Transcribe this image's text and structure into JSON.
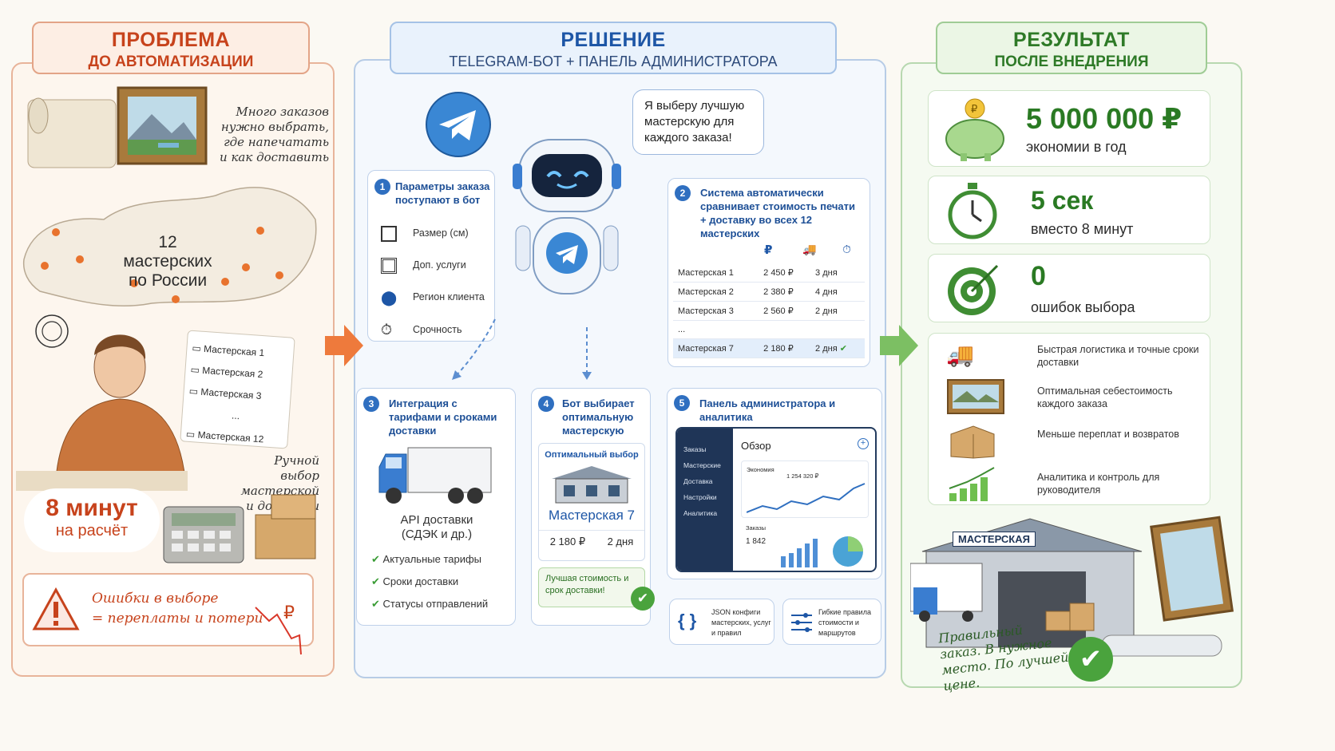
{
  "problem": {
    "title": "ПРОБЛЕМА",
    "subtitle": "ДО АВТОМАТИЗАЦИИ",
    "note_orders": "Много заказов нужно выбрать, где напечатать и как доставить",
    "workshops_count": "12 мастерских",
    "workshops_region": "по России",
    "workshop_list": [
      "Мастерская 1",
      "Мастерская 2",
      "Мастерская 3",
      "...",
      "Мастерская 12"
    ],
    "manual_note": "Ручной выбор мастерской и доставки",
    "time_value": "8 минут",
    "time_label": "на расчёт",
    "errors_line1": "Ошибки в выборе",
    "errors_line2": "= переплаты и потери",
    "ruble_sign": "₽"
  },
  "solution": {
    "title": "РЕШЕНИЕ",
    "subtitle": "TELEGRAM-БОТ + ПАНЕЛЬ АДМИНИСТРАТОРА",
    "bubble": "Я выберу лучшую мастерскую для каждого заказа!",
    "step1": {
      "num": "1",
      "title": "Параметры заказа поступают в бот",
      "items": [
        "Размер (см)",
        "Доп. услуги",
        "Регион клиента",
        "Срочность"
      ]
    },
    "step2": {
      "num": "2",
      "title": "Система автоматически сравнивает стоимость печати + доставку во всех 12 мастерских",
      "col_price": "₽",
      "rows": [
        {
          "name": "Мастерская 1",
          "price": "2 450 ₽",
          "days": "3 дня"
        },
        {
          "name": "Мастерская 2",
          "price": "2 380 ₽",
          "days": "4 дня"
        },
        {
          "name": "Мастерская 3",
          "price": "2 560 ₽",
          "days": "2 дня"
        },
        {
          "name": "...",
          "price": "",
          "days": ""
        }
      ],
      "best": {
        "name": "Мастерская 7",
        "price": "2 180 ₽",
        "days": "2 дня"
      }
    },
    "step3": {
      "num": "3",
      "title": "Интеграция с тарифами и сроками доставки",
      "api": "API доставки",
      "api_sub": "(СДЭК и др.)",
      "checks": [
        "Актуальные тарифы",
        "Сроки доставки",
        "Статусы отправлений"
      ]
    },
    "step4": {
      "num": "4",
      "title": "Бот выбирает оптимальную мастерскую",
      "optimal": "Оптимальный выбор",
      "workshop": "Мастерская 7",
      "price": "2 180 ₽",
      "days": "2 дня",
      "best": "Лучшая стоимость и срок доставки!"
    },
    "step5": {
      "num": "5",
      "title": "Панель администратора и аналитика",
      "dash_title": "Обзор",
      "menu": [
        "Заказы",
        "Мастерские",
        "Доставка",
        "Настройки",
        "Аналитика"
      ],
      "economy_label": "Экономия",
      "economy_value": "1 254 320 ₽",
      "orders_label": "Заказы",
      "orders_value": "1 842"
    },
    "json_note": "JSON конфиги мастерских, услуг и правил",
    "rules_note": "Гибкие правила стоимости и маршрутов"
  },
  "result": {
    "title": "РЕЗУЛЬТАТ",
    "subtitle": "ПОСЛЕ ВНЕДРЕНИЯ",
    "m1_value": "5 000 000 ₽",
    "m1_label": "экономии в год",
    "m2_value": "5 сек",
    "m2_label": "вместо 8 минут",
    "m3_value": "0",
    "m3_label": "ошибок выбора",
    "benefits": [
      "Быстрая логистика и точные сроки доставки",
      "Оптимальная себестоимость каждого заказа",
      "Меньше переплат и возвратов",
      "Аналитика и контроль для руководителя"
    ],
    "building_sign": "МАСТЕРСКАЯ",
    "final": "Правильный заказ. В нужное место. По лучшей цене."
  },
  "colors": {
    "problem": "#c7431c",
    "solution": "#1d56a6",
    "result": "#2a7a23"
  }
}
